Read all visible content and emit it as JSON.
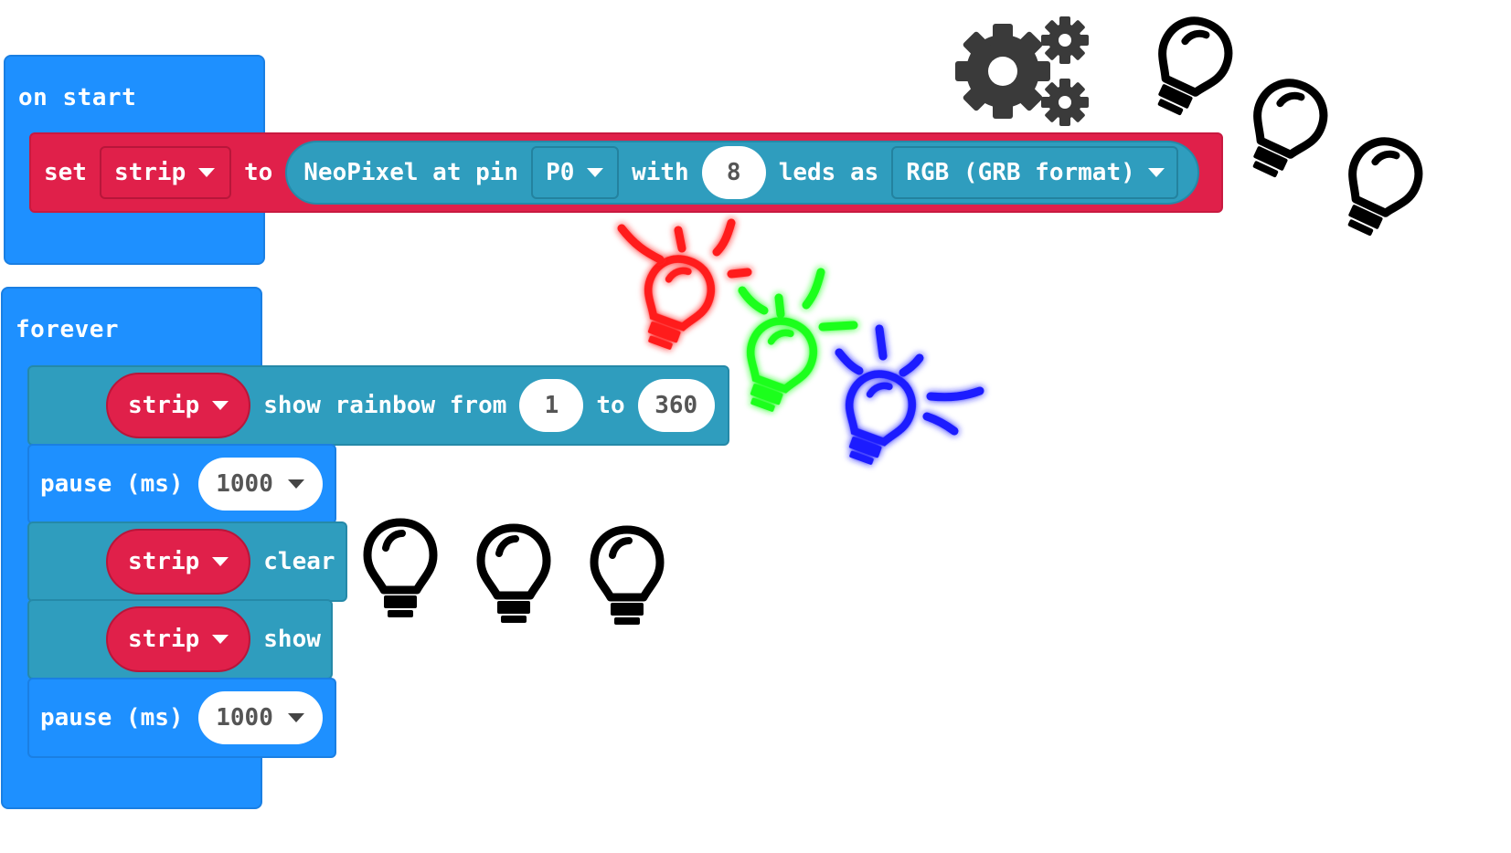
{
  "on_start": {
    "label": "on start",
    "set_block": {
      "set_label": "set",
      "var_name": "strip",
      "to_label": "to",
      "neopixel_label": "NeoPixel at pin",
      "pin": "P0",
      "with_label": "with",
      "led_count": "8",
      "leds_as_label": "leds as",
      "format": "RGB (GRB format)"
    }
  },
  "forever": {
    "label": "forever",
    "rainbow_block": {
      "var_name": "strip",
      "show_rainbow_label": "show rainbow from",
      "from_value": "1",
      "to_label": "to",
      "to_value": "360"
    },
    "pause1": {
      "label": "pause (ms)",
      "value": "1000"
    },
    "clear_block": {
      "var_name": "strip",
      "action": "clear"
    },
    "show_block": {
      "var_name": "strip",
      "action": "show"
    },
    "pause2": {
      "label": "pause (ms)",
      "value": "1000"
    }
  },
  "colors": {
    "hat_blue": "#1e90ff",
    "variable_red": "#e0204a",
    "neopixel_teal": "#2f9dbe",
    "bulb_red": "#ff1a1a",
    "bulb_green": "#1aff1a",
    "bulb_blue": "#1a1aff",
    "gear_gray": "#3a3a3a"
  },
  "icons": [
    "gears-icon",
    "lightbulb-icon",
    "glowing-lightbulb-icon"
  ]
}
